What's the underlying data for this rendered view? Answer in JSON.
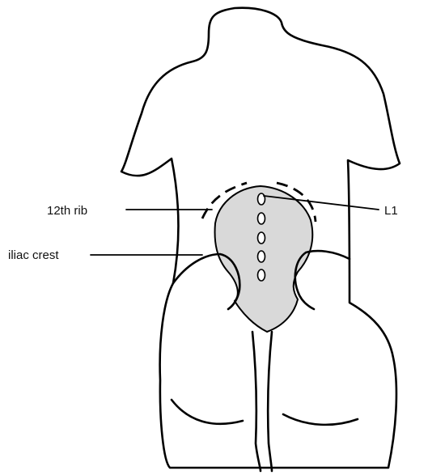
{
  "labels": {
    "rib": "12th rib",
    "iliac": "iliac crest",
    "l1": "L1"
  },
  "colors": {
    "shaded_region": "#d9d9d9",
    "line": "#000000",
    "background": "#ffffff"
  },
  "vertebrae_count": 5
}
